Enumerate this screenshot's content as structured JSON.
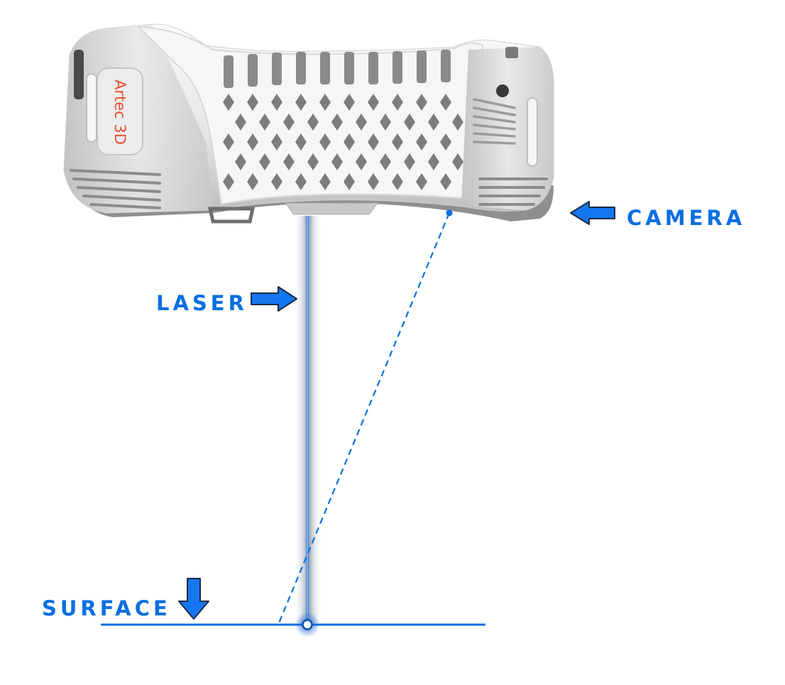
{
  "labels": {
    "camera": "CAMERA",
    "laser": "LASER",
    "surface": "SURFACE"
  },
  "device": {
    "brand": "Artec 3D"
  },
  "colors": {
    "accent": "#0a6fe0",
    "arrow_fill": "#1477f0",
    "arrow_stroke": "#1a2a44",
    "brand_text": "#e5502e",
    "body_light": "#f4f4f4",
    "body_mid": "#d9d9d9",
    "body_dark": "#9a9a9a"
  },
  "icons": [
    "arrow-left-icon",
    "arrow-right-icon",
    "arrow-down-icon"
  ]
}
